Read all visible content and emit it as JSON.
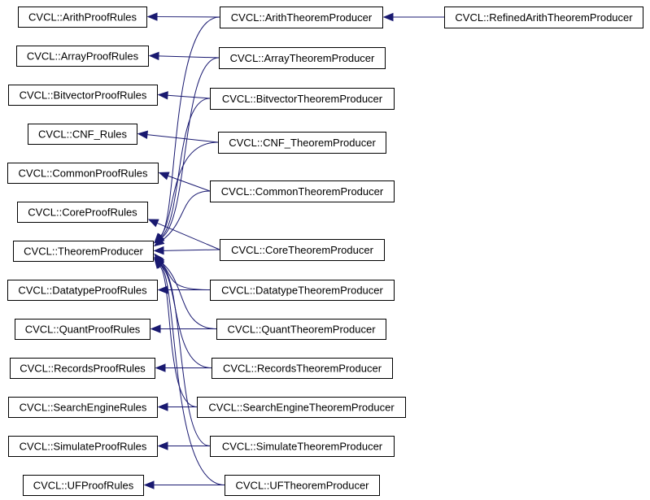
{
  "diagram": {
    "type": "inheritance-graph",
    "edge_color": "#191970",
    "node_border_color": "#000000",
    "nodes": [
      {
        "id": "ArithProofRules",
        "label": "CVCL::ArithProofRules"
      },
      {
        "id": "ArrayProofRules",
        "label": "CVCL::ArrayProofRules"
      },
      {
        "id": "BitvectorProofRules",
        "label": "CVCL::BitvectorProofRules"
      },
      {
        "id": "CNF_Rules",
        "label": "CVCL::CNF_Rules"
      },
      {
        "id": "CommonProofRules",
        "label": "CVCL::CommonProofRules"
      },
      {
        "id": "CoreProofRules",
        "label": "CVCL::CoreProofRules"
      },
      {
        "id": "TheoremProducer",
        "label": "CVCL::TheoremProducer"
      },
      {
        "id": "DatatypeProofRules",
        "label": "CVCL::DatatypeProofRules"
      },
      {
        "id": "QuantProofRules",
        "label": "CVCL::QuantProofRules"
      },
      {
        "id": "RecordsProofRules",
        "label": "CVCL::RecordsProofRules"
      },
      {
        "id": "SearchEngineRules",
        "label": "CVCL::SearchEngineRules"
      },
      {
        "id": "SimulateProofRules",
        "label": "CVCL::SimulateProofRules"
      },
      {
        "id": "UFProofRules",
        "label": "CVCL::UFProofRules"
      },
      {
        "id": "ArithTheoremProducer",
        "label": "CVCL::ArithTheoremProducer"
      },
      {
        "id": "ArrayTheoremProducer",
        "label": "CVCL::ArrayTheoremProducer"
      },
      {
        "id": "BitvectorTheoremProducer",
        "label": "CVCL::BitvectorTheoremProducer"
      },
      {
        "id": "CNF_TheoremProducer",
        "label": "CVCL::CNF_TheoremProducer"
      },
      {
        "id": "CommonTheoremProducer",
        "label": "CVCL::CommonTheoremProducer"
      },
      {
        "id": "CoreTheoremProducer",
        "label": "CVCL::CoreTheoremProducer"
      },
      {
        "id": "DatatypeTheoremProducer",
        "label": "CVCL::DatatypeTheoremProducer"
      },
      {
        "id": "QuantTheoremProducer",
        "label": "CVCL::QuantTheoremProducer"
      },
      {
        "id": "RecordsTheoremProducer",
        "label": "CVCL::RecordsTheoremProducer"
      },
      {
        "id": "SearchEngineTheoremProducer",
        "label": "CVCL::SearchEngineTheoremProducer"
      },
      {
        "id": "SimulateTheoremProducer",
        "label": "CVCL::SimulateTheoremProducer"
      },
      {
        "id": "UFTheoremProducer",
        "label": "CVCL::UFTheoremProducer"
      },
      {
        "id": "RefinedArithTheoremProducer",
        "label": "CVCL::RefinedArithTheoremProducer"
      }
    ],
    "edges": [
      {
        "from": "ArithTheoremProducer",
        "to": "ArithProofRules"
      },
      {
        "from": "ArithTheoremProducer",
        "to": "TheoremProducer"
      },
      {
        "from": "ArrayTheoremProducer",
        "to": "ArrayProofRules"
      },
      {
        "from": "ArrayTheoremProducer",
        "to": "TheoremProducer"
      },
      {
        "from": "BitvectorTheoremProducer",
        "to": "BitvectorProofRules"
      },
      {
        "from": "BitvectorTheoremProducer",
        "to": "TheoremProducer"
      },
      {
        "from": "CNF_TheoremProducer",
        "to": "CNF_Rules"
      },
      {
        "from": "CNF_TheoremProducer",
        "to": "TheoremProducer"
      },
      {
        "from": "CommonTheoremProducer",
        "to": "CommonProofRules"
      },
      {
        "from": "CommonTheoremProducer",
        "to": "TheoremProducer"
      },
      {
        "from": "CoreTheoremProducer",
        "to": "CoreProofRules"
      },
      {
        "from": "CoreTheoremProducer",
        "to": "TheoremProducer"
      },
      {
        "from": "DatatypeTheoremProducer",
        "to": "DatatypeProofRules"
      },
      {
        "from": "DatatypeTheoremProducer",
        "to": "TheoremProducer"
      },
      {
        "from": "QuantTheoremProducer",
        "to": "QuantProofRules"
      },
      {
        "from": "QuantTheoremProducer",
        "to": "TheoremProducer"
      },
      {
        "from": "RecordsTheoremProducer",
        "to": "RecordsProofRules"
      },
      {
        "from": "RecordsTheoremProducer",
        "to": "TheoremProducer"
      },
      {
        "from": "SearchEngineTheoremProducer",
        "to": "SearchEngineRules"
      },
      {
        "from": "SearchEngineTheoremProducer",
        "to": "TheoremProducer"
      },
      {
        "from": "SimulateTheoremProducer",
        "to": "SimulateProofRules"
      },
      {
        "from": "SimulateTheoremProducer",
        "to": "TheoremProducer"
      },
      {
        "from": "UFTheoremProducer",
        "to": "UFProofRules"
      },
      {
        "from": "UFTheoremProducer",
        "to": "TheoremProducer"
      },
      {
        "from": "RefinedArithTheoremProducer",
        "to": "ArithTheoremProducer"
      }
    ]
  }
}
